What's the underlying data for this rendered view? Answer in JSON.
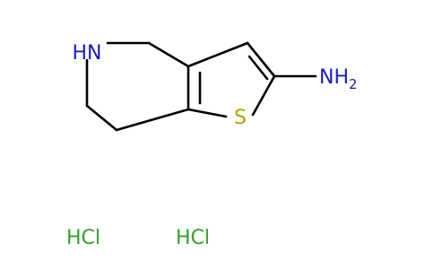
{
  "molecule": {
    "atoms": {
      "nh": {
        "text": "HN",
        "color": "#1919cc"
      },
      "s": {
        "text": "S",
        "color": "#b8a000"
      },
      "nh2": {
        "main": "NH",
        "sub": "2",
        "color": "#1919cc"
      }
    },
    "salts": [
      {
        "text": "HCl",
        "color": "#33a02c"
      },
      {
        "text": "HCl",
        "color": "#33a02c"
      }
    ],
    "bond_color": "#000000"
  }
}
